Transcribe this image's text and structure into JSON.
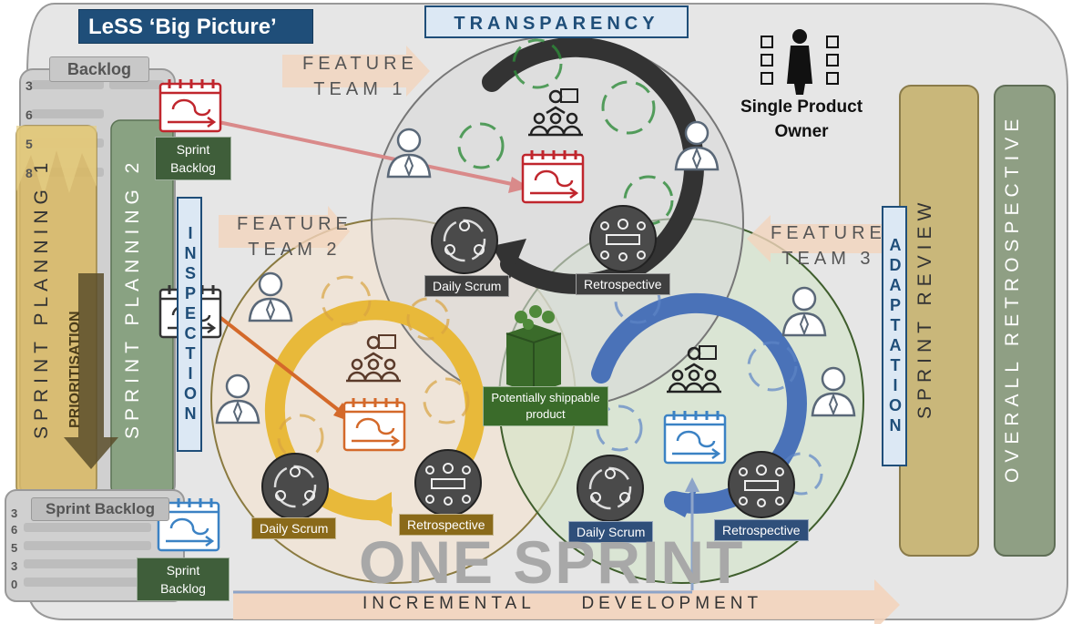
{
  "title": "LeSS ‘Big Picture’",
  "transparency": "TRANSPARENCY",
  "inspection": "INSPECTION",
  "adaptation": "ADAPTATION",
  "backlog": "Backlog",
  "sprint_backlog_stack": "Sprint Backlog",
  "sprint_planning_1": "SPRINT PLANNING 1",
  "sprint_planning_2": "SPRINT PLANNING 2",
  "prioritisation": "PRIORITISATION",
  "sprint_review": "SPRINT REVIEW",
  "overall_retrospective": "OVERALL RETROSPECTIVE",
  "single_product_owner": "Single Product Owner",
  "potentially_shippable": "Potentially shippable product",
  "one_sprint": "ONE SPRINT",
  "incremental_development": "INCREMENTAL     DEVELOPMENT",
  "backlog_numbers": [
    "3",
    "6",
    "5",
    "8"
  ],
  "sprint_backlog_numbers": [
    "3",
    "6",
    "5",
    "3",
    "0"
  ],
  "sprint_backlog_top": "Sprint Backlog",
  "sprint_backlog_bottom": "Sprint Backlog",
  "teams": [
    {
      "label_line1": "FEATURE",
      "label_line2": "TEAM 1",
      "daily_scrum": "Daily Scrum",
      "retrospective": "Retrospective",
      "color": "#333333"
    },
    {
      "label_line1": "FEATURE",
      "label_line2": "TEAM 2",
      "daily_scrum": "Daily Scrum",
      "retrospective": "Retrospective",
      "color": "#e8b93a"
    },
    {
      "label_line1": "FEATURE",
      "label_line2": "TEAM 3",
      "daily_scrum": "Daily Scrum",
      "retrospective": "Retrospective",
      "color": "#4a72b8"
    }
  ],
  "colors": {
    "title_bg": "#1f4e79",
    "sprint_review": "#c9b77a",
    "overall_retro": "#8f9f84",
    "potentially_shippable": "#3a6b2a",
    "calendar_red": "#c0262d",
    "calendar_orange": "#d4692a",
    "calendar_blue": "#3b82c4"
  }
}
